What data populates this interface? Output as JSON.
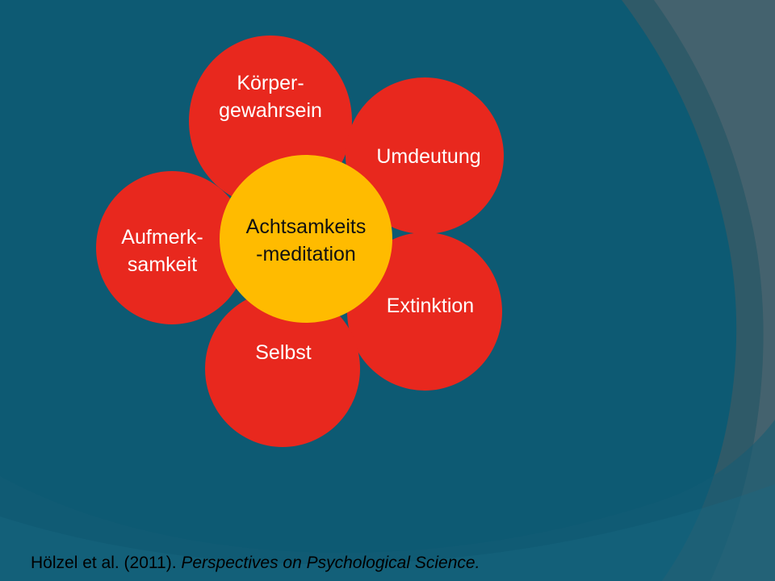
{
  "theme": {
    "background": "#0d5a73",
    "petal_color": "#e8281e",
    "center_color": "#ffbb00",
    "frame_color": "#3b6e80"
  },
  "diagram": {
    "center": "Achtsamkeits\n-meditation",
    "petals": {
      "koerper": "Körper-\ngewahrsein",
      "umdeutung": "Umdeutung",
      "aufmerksamkeit": "Aufmerk-\nsamkeit",
      "extinktion": "Extinktion",
      "selbst": "Selbst"
    }
  },
  "citation": {
    "authors": "Hölzel et al. (2011). ",
    "journal": "Perspectives on Psychological Science."
  }
}
